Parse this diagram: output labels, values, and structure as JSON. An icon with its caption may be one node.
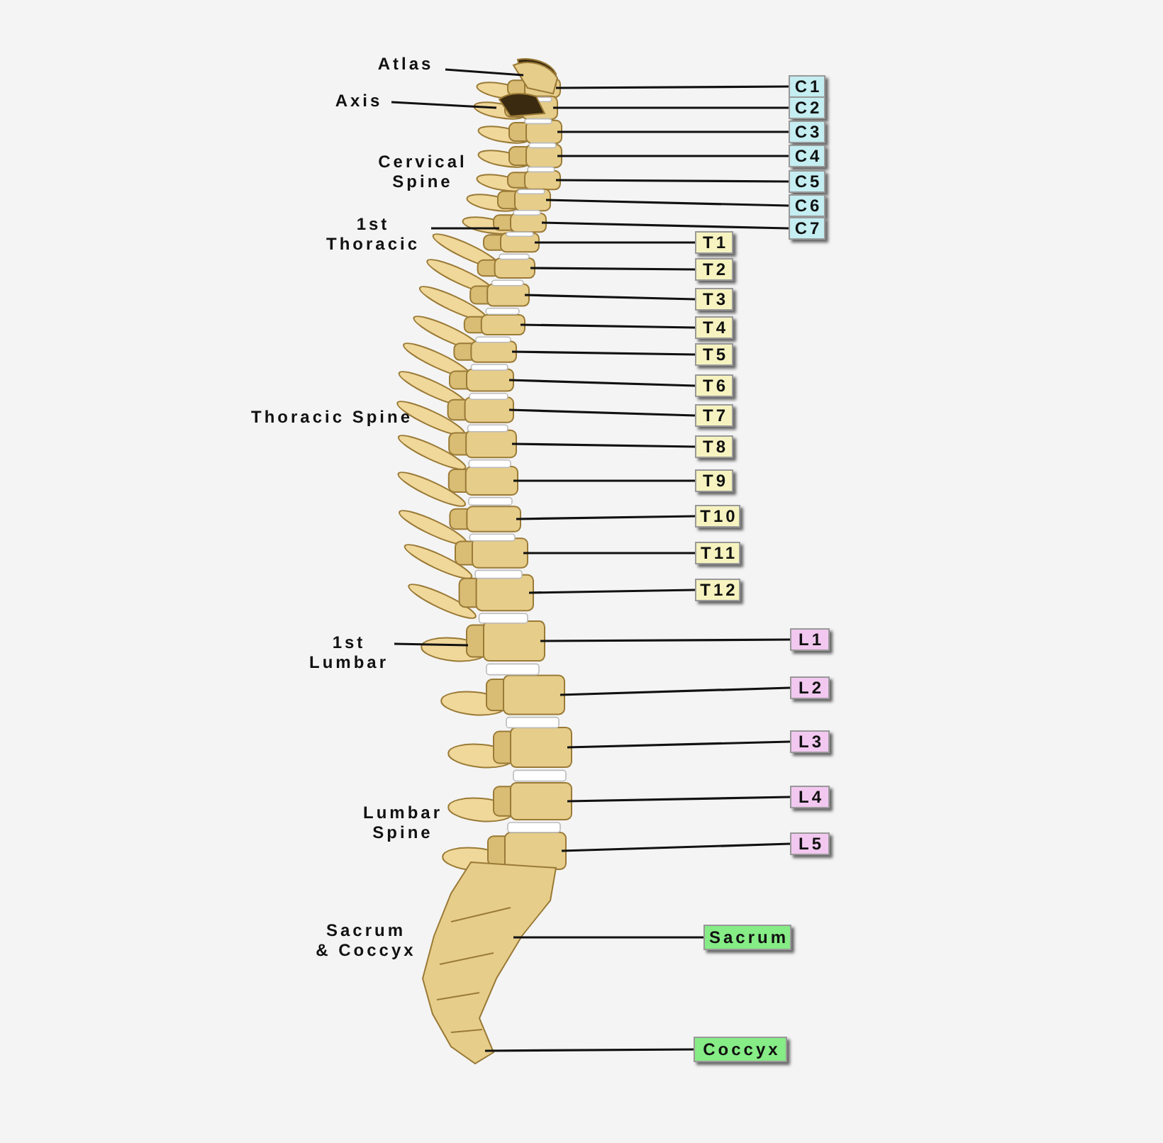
{
  "diagram": {
    "nodes": [
      {
        "text": [
          "Atlas"
        ]
      },
      {
        "text": [
          "Axis"
        ]
      },
      {
        "text": [
          "C1"
        ]
      },
      {
        "text": [
          "C2"
        ]
      },
      {
        "text": [
          "C3"
        ]
      },
      {
        "text": [
          "C4"
        ]
      },
      {
        "text": [
          "C5"
        ]
      },
      {
        "text": [
          "C6"
        ]
      },
      {
        "text": [
          "C7"
        ]
      },
      {
        "text": [
          "1st Thoracic"
        ]
      },
      {
        "text": [
          "T1"
        ]
      },
      {
        "text": [
          "T2"
        ]
      },
      {
        "text": [
          "T3"
        ]
      },
      {
        "text": [
          "T4"
        ]
      },
      {
        "text": [
          "T5"
        ]
      },
      {
        "text": [
          "T6"
        ]
      },
      {
        "text": [
          "T7"
        ]
      },
      {
        "text": [
          "T8"
        ]
      },
      {
        "text": [
          "T9"
        ]
      },
      {
        "text": [
          "T10"
        ]
      },
      {
        "text": [
          "T11"
        ]
      },
      {
        "text": [
          "T12"
        ]
      },
      {
        "text": [
          "1st Lumbar"
        ]
      },
      {
        "text": [
          "L1"
        ]
      },
      {
        "text": [
          "L2"
        ]
      },
      {
        "text": [
          "L3"
        ]
      },
      {
        "text": [
          "L4"
        ]
      },
      {
        "text": [
          "L5"
        ]
      },
      {
        "text": [
          "Sacrum"
        ]
      },
      {
        "text": [
          "Coccyx"
        ]
      }
    ],
    "edges": [
      {
        "from": 0,
        "to": null,
        "arrow": "none"
      },
      {
        "from": 1,
        "to": null,
        "arrow": "none"
      },
      {
        "from": 2,
        "to": null,
        "arrow": "none"
      },
      {
        "from": 3,
        "to": null,
        "arrow": "none"
      },
      {
        "from": 4,
        "to": null,
        "arrow": "none"
      },
      {
        "from": 5,
        "to": null,
        "arrow": "none"
      },
      {
        "from": 6,
        "to": null,
        "arrow": "none"
      },
      {
        "from": 7,
        "to": null,
        "arrow": "none"
      },
      {
        "from": 8,
        "to": null,
        "arrow": "none"
      },
      {
        "from": 9,
        "to": null,
        "arrow": "none"
      },
      {
        "from": 10,
        "to": null,
        "arrow": "none"
      },
      {
        "from": 11,
        "to": null,
        "arrow": "none"
      },
      {
        "from": 12,
        "to": null,
        "arrow": "none"
      },
      {
        "from": 13,
        "to": null,
        "arrow": "none"
      },
      {
        "from": 14,
        "to": null,
        "arrow": "none"
      },
      {
        "from": 15,
        "to": null,
        "arrow": "none"
      },
      {
        "from": 16,
        "to": null,
        "arrow": "none"
      },
      {
        "from": 17,
        "to": null,
        "arrow": "none"
      },
      {
        "from": 18,
        "to": null,
        "arrow": "none"
      },
      {
        "from": 19,
        "to": null,
        "arrow": "none"
      },
      {
        "from": 20,
        "to": null,
        "arrow": "none"
      },
      {
        "from": 21,
        "to": null,
        "arrow": "none"
      },
      {
        "from": 22,
        "to": null,
        "arrow": "none"
      },
      {
        "from": 23,
        "to": null,
        "arrow": "none"
      },
      {
        "from": 24,
        "to": null,
        "arrow": "none"
      },
      {
        "from": 25,
        "to": null,
        "arrow": "none"
      },
      {
        "from": 26,
        "to": null,
        "arrow": "none"
      },
      {
        "from": 27,
        "to": null,
        "arrow": "none"
      },
      {
        "from": 28,
        "to": null,
        "arrow": "none"
      },
      {
        "from": 29,
        "to": null,
        "arrow": "none"
      }
    ],
    "labels": [
      "Cervical Spine",
      "Thoracic Spine",
      "Lumbar Spine",
      "Sacrum & Coccyx"
    ]
  }
}
